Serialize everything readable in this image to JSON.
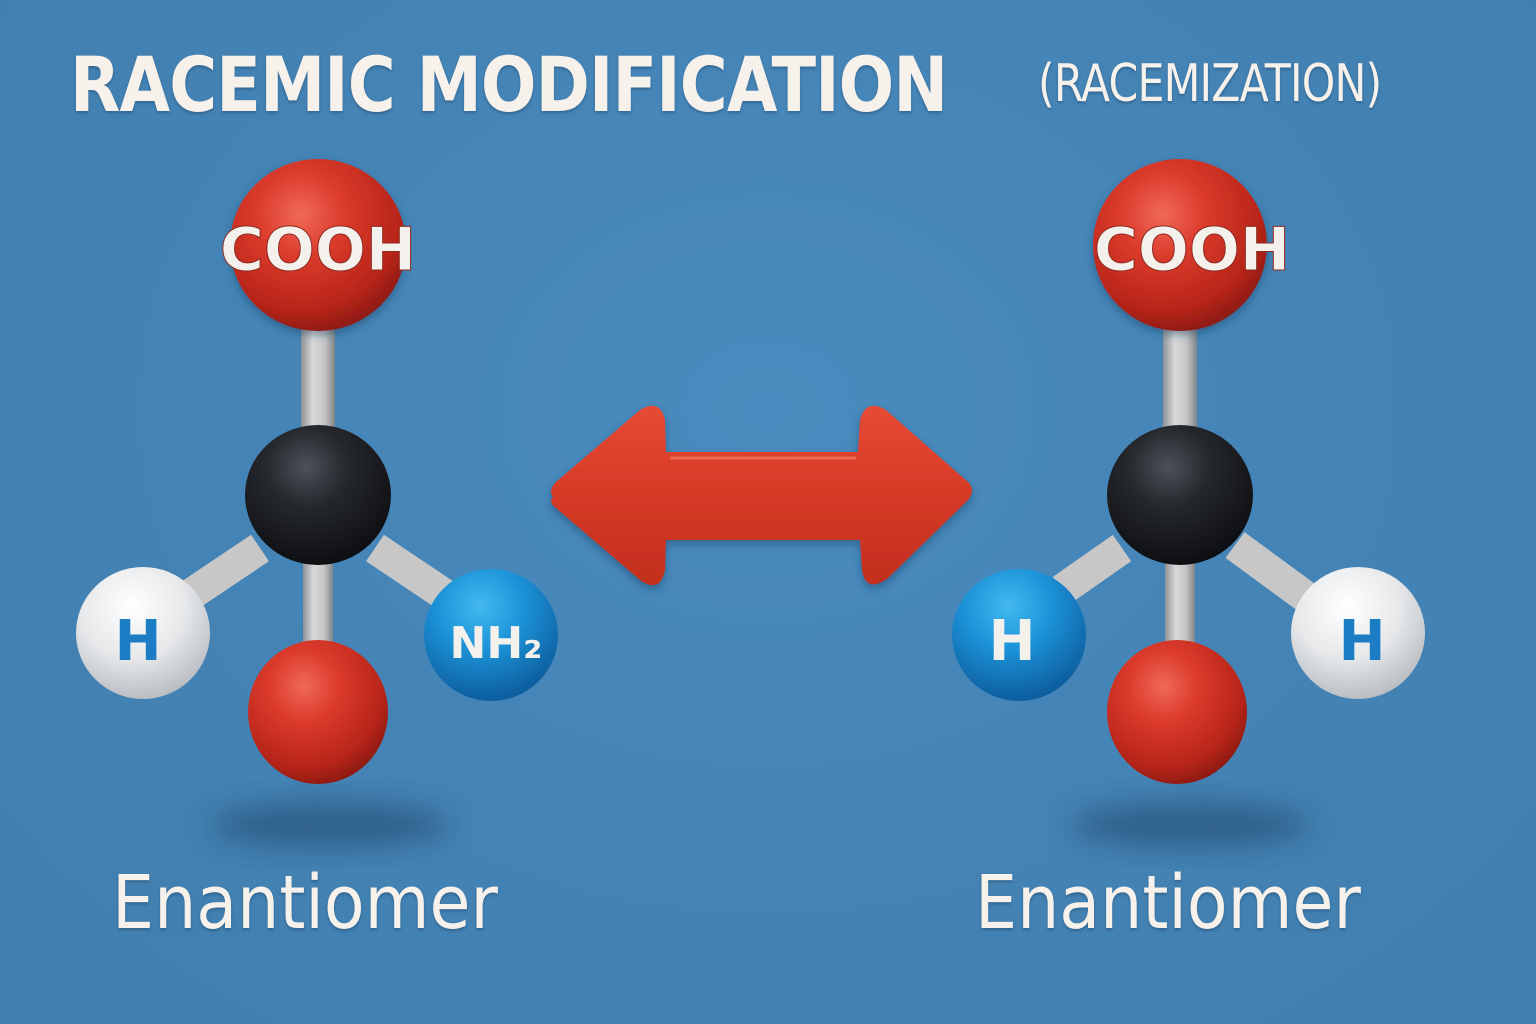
{
  "title": {
    "main": "RACEMIC MODIFICATION",
    "subtitle": "(RACEMIZATION)"
  },
  "colors": {
    "background": "#4584b6",
    "oxygen_red": "#d8392b",
    "carbon_black": "#222428",
    "hydrogen_white": "#e9ecee",
    "nitrogen_blue": "#1f8fd6",
    "bond_gray": "#c9c9c9",
    "arrow_red": "#d93a26",
    "text_light": "#f6f1ea",
    "atom_label_blue": "#1c7cc4"
  },
  "molecules": [
    {
      "id": "left",
      "label": "Enantiomer",
      "top_atom": {
        "label": "COOH",
        "color": "red"
      },
      "center_atom": {
        "label": "",
        "color": "black"
      },
      "left_atom": {
        "label": "H",
        "color": "white"
      },
      "right_atom": {
        "label": "NH₂",
        "color": "blue"
      },
      "bottom_atom": {
        "label": "",
        "color": "red"
      }
    },
    {
      "id": "right",
      "label": "Enantiomer",
      "top_atom": {
        "label": "COOH",
        "color": "red"
      },
      "center_atom": {
        "label": "",
        "color": "black"
      },
      "left_atom": {
        "label": "H",
        "color": "blue"
      },
      "right_atom": {
        "label": "H",
        "color": "white"
      },
      "bottom_atom": {
        "label": "",
        "color": "red"
      }
    }
  ],
  "arrow": {
    "type": "double-headed",
    "meaning": "interconversion"
  }
}
